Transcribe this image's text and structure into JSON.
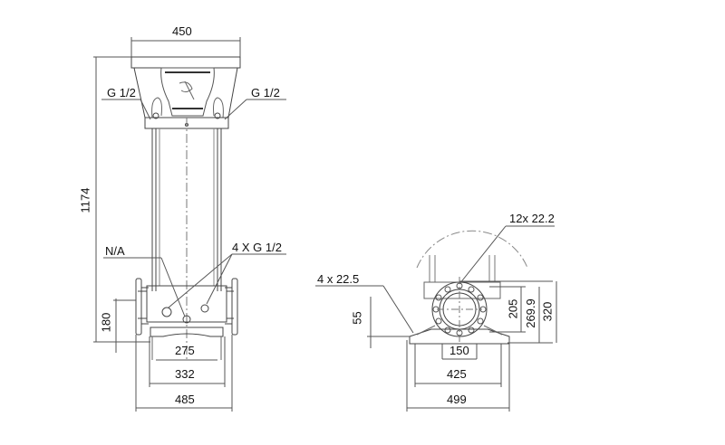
{
  "front_view": {
    "dims": {
      "top_width": "450",
      "height_total": "1174",
      "inlet_height": "180",
      "base_inner": "275",
      "base_mid": "332",
      "flange_width": "485"
    },
    "callouts": {
      "left_port": "G 1/2",
      "right_port": "G 1/2",
      "na": "N/A",
      "drain_ports": "4 X G 1/2"
    }
  },
  "side_view": {
    "dims": {
      "foot_height": "55",
      "bolt_circle": "205",
      "flange_outer": "269.9",
      "center_height": "320",
      "port_width": "150",
      "base_holes": "425",
      "base_width": "499"
    },
    "callouts": {
      "flange_holes": "12x 22.2",
      "base_holes": "4 x 22.5"
    }
  },
  "colors": {
    "line": "#333333",
    "thin": "#777777",
    "text": "#111111"
  }
}
